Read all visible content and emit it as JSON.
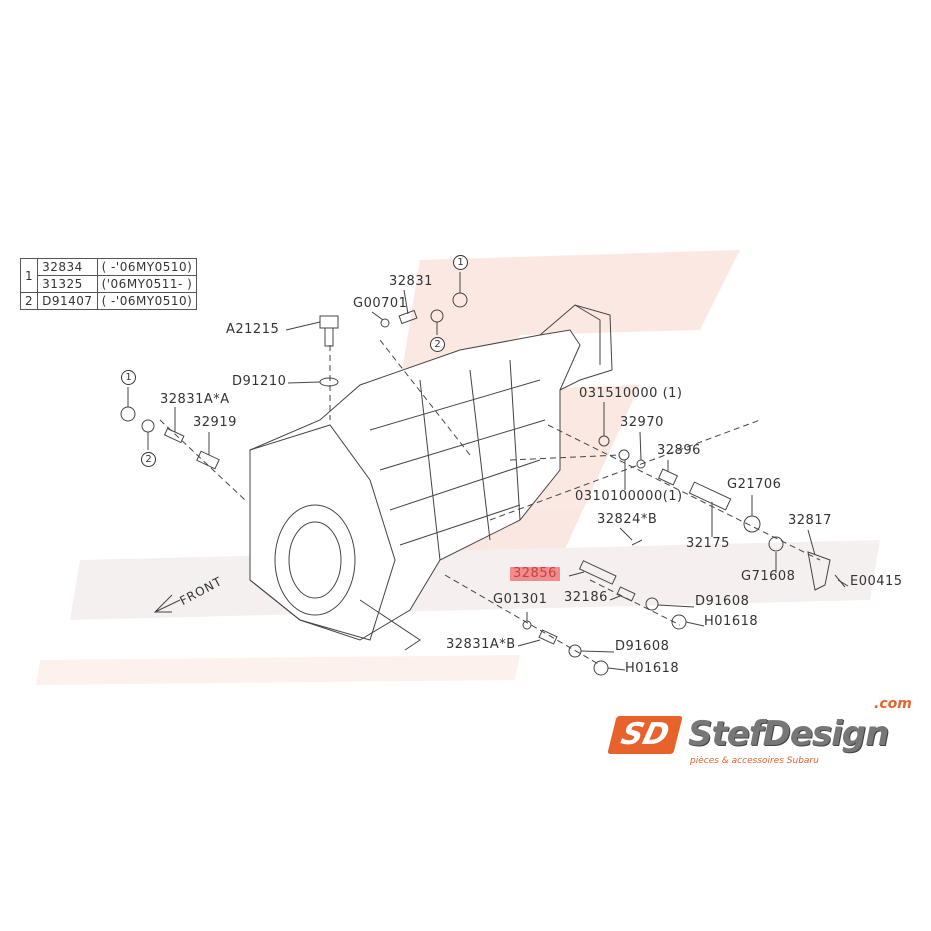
{
  "legend_table": {
    "rows": [
      {
        "ref": "1",
        "part": "32834",
        "range": "(      -'06MY0510)"
      },
      {
        "ref": "",
        "part": "31325",
        "range": "('06MY0511-       )"
      },
      {
        "ref": "2",
        "part": "D91407",
        "range": "(      -'06MY0510)"
      }
    ]
  },
  "labels": {
    "p32831": "32831",
    "g00701": "G00701",
    "a21215": "A21215",
    "d91210": "D91210",
    "p32831a_a": "32831A*A",
    "p32919": "32919",
    "p031510000": "031510000 (1)",
    "p32970": "32970",
    "p32896": "32896",
    "p0310100000": "0310100000(1)",
    "g21706": "G21706",
    "p32824_b": "32824*B",
    "p32175": "32175",
    "p32817": "32817",
    "p32856": "32856",
    "g71608": "G71608",
    "e00415": "E00415",
    "p32186": "32186",
    "d91608_a": "D91608",
    "h01618_a": "H01618",
    "g01301": "G01301",
    "p32831a_b": "32831A*B",
    "d91608_b": "D91608",
    "h01618_b": "H01618",
    "front": "FRONT"
  },
  "callouts": {
    "one": "1",
    "two": "2"
  },
  "highlight_color": "#f28b8b",
  "watermark": {
    "brand": "StefDesign",
    "tagline": "pièces & accessoires Subaru",
    "com": ".com"
  },
  "logo": {
    "mark": "SD",
    "brand": "StefDesign",
    "com": ".com",
    "tagline": "pièces & accessoires Subaru"
  }
}
